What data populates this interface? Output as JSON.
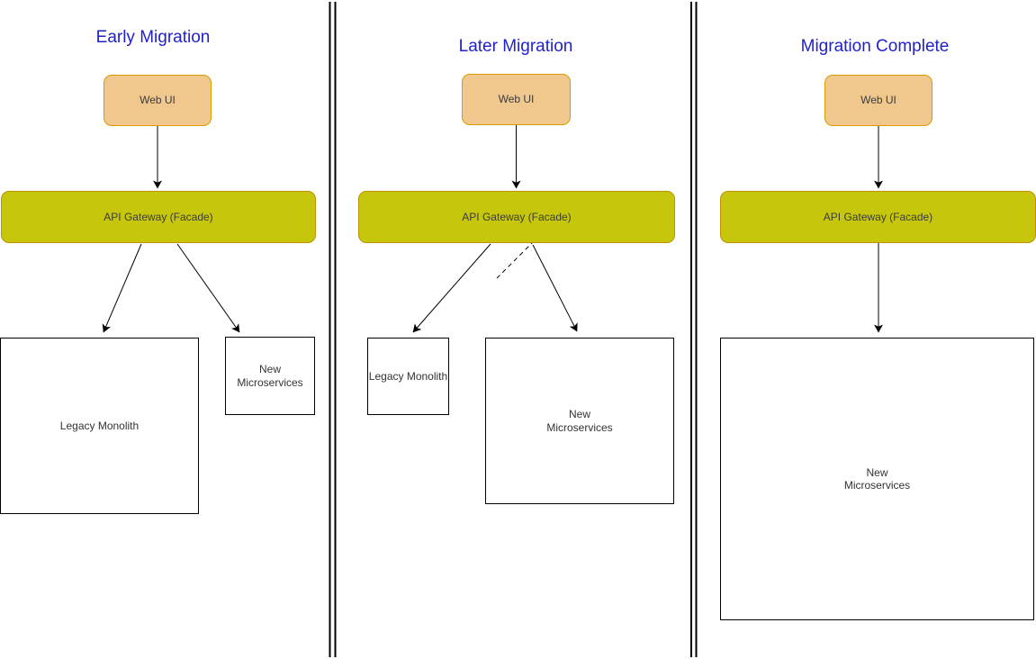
{
  "diagram": {
    "name": "strangler-fig-migration-diagram",
    "colors": {
      "title_text": "#2121cc",
      "webui_fill": "#f0c88e",
      "webui_stroke": "#d79b00",
      "gateway_fill": "#c6c70d",
      "gateway_stroke": "#bf9000",
      "plain_box_fill": "#ffffff",
      "plain_box_stroke": "#000000",
      "connector": "#000000",
      "label_text": "#3b3b3b"
    },
    "panels": [
      {
        "title": "Early Migration",
        "nodes": {
          "web_ui": "Web UI",
          "api_gateway": "API Gateway (Facade)",
          "legacy_monolith": "Legacy Monolith",
          "new_microservices": "New Microservices"
        }
      },
      {
        "title": "Later Migration",
        "nodes": {
          "web_ui": "Web UI",
          "api_gateway": "API Gateway (Facade)",
          "legacy_monolith": "Legacy Monolith",
          "new_microservices": "New Microservices"
        }
      },
      {
        "title": "Migration Complete",
        "nodes": {
          "web_ui": "Web UI",
          "api_gateway": "API Gateway (Facade)",
          "new_microservices": "New Microservices"
        }
      }
    ]
  }
}
